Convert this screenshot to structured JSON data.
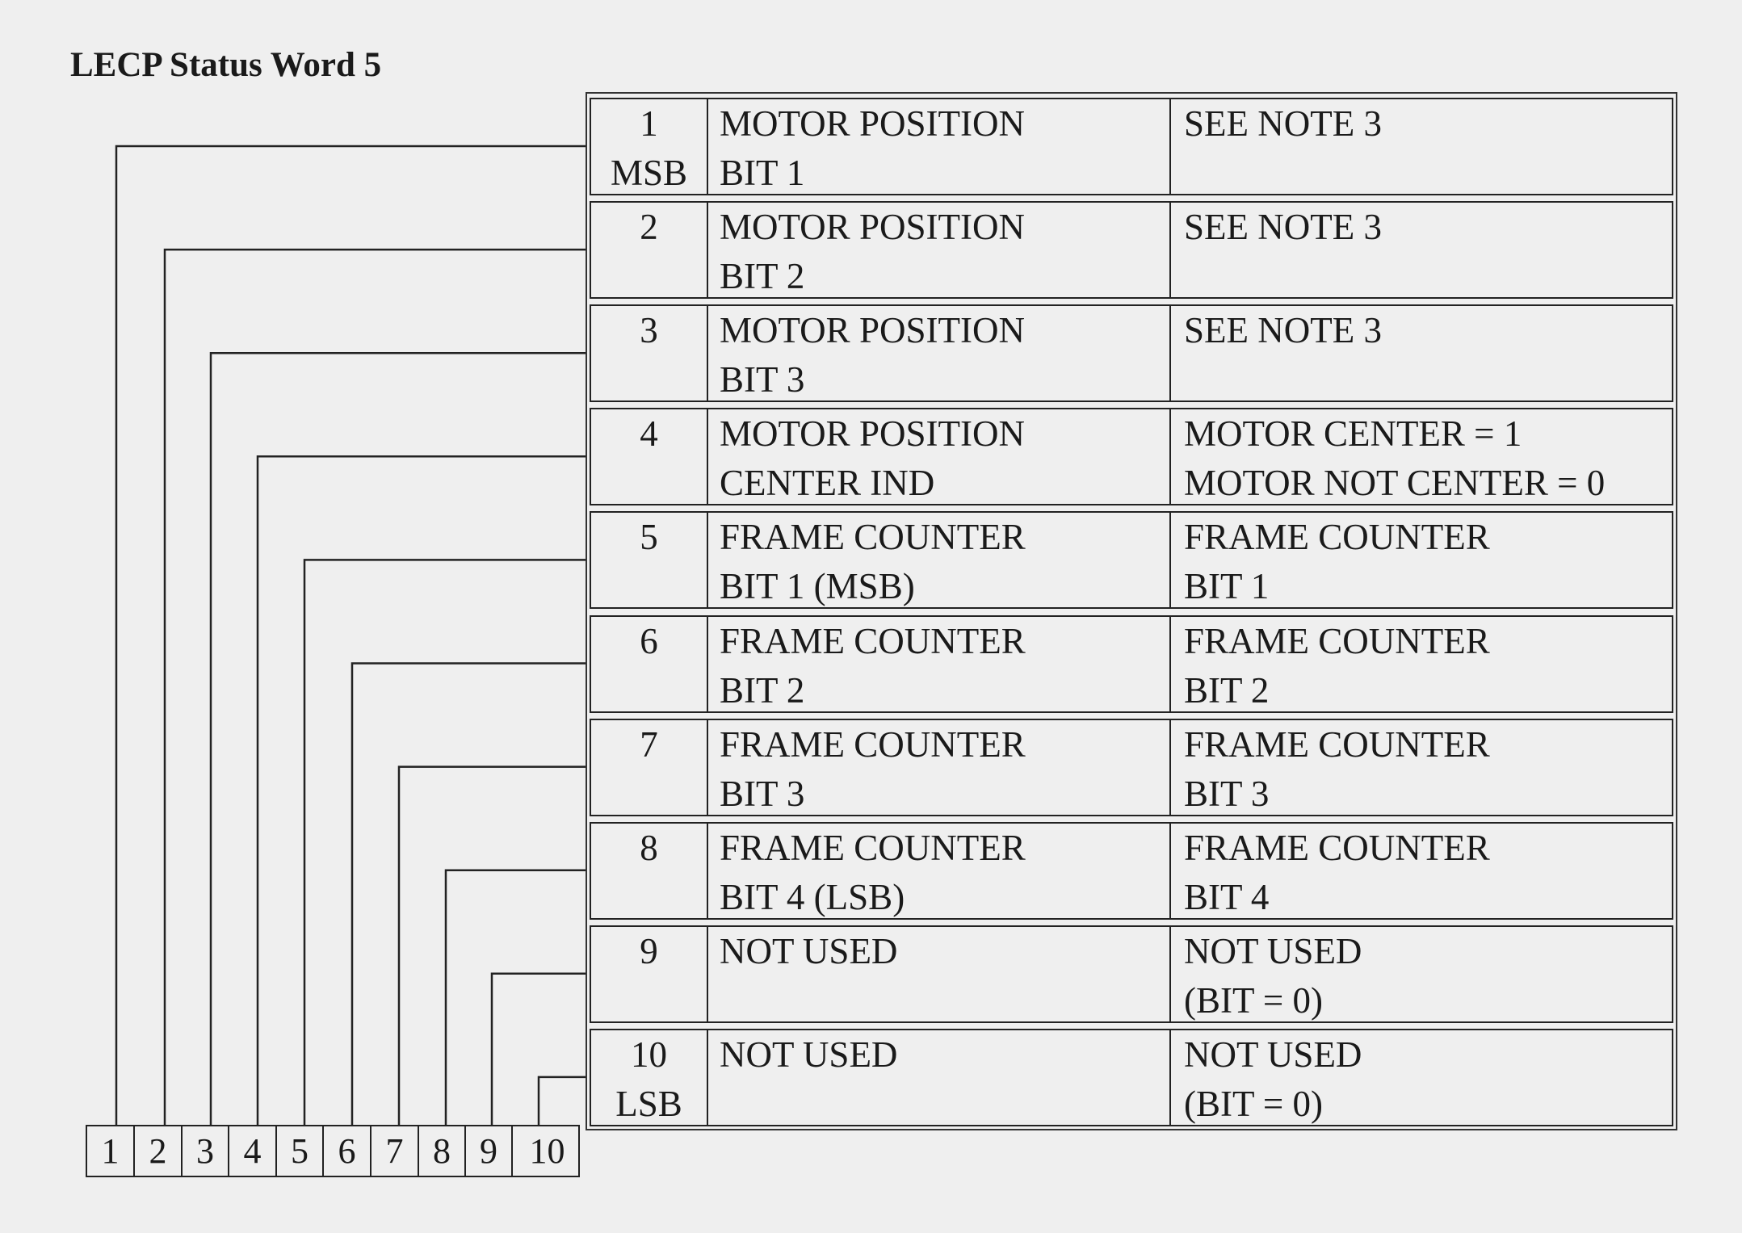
{
  "title": "LECP Status Word 5",
  "rows": [
    {
      "bit": "1\nMSB",
      "function": "MOTOR POSITION\nBIT 1",
      "description": "SEE NOTE 3"
    },
    {
      "bit": "2",
      "function": "MOTOR POSITION\nBIT 2",
      "description": "SEE NOTE 3"
    },
    {
      "bit": "3",
      "function": "MOTOR POSITION\nBIT 3",
      "description": "SEE NOTE 3"
    },
    {
      "bit": "4",
      "function": "MOTOR POSITION\nCENTER IND",
      "description": "MOTOR CENTER = 1\nMOTOR NOT CENTER = 0"
    },
    {
      "bit": "5",
      "function": "FRAME COUNTER\nBIT 1 (MSB)",
      "description": "FRAME COUNTER\nBIT 1"
    },
    {
      "bit": "6",
      "function": "FRAME COUNTER\nBIT 2",
      "description": "FRAME COUNTER\nBIT 2"
    },
    {
      "bit": "7",
      "function": "FRAME COUNTER\nBIT 3",
      "description": "FRAME COUNTER\nBIT 3"
    },
    {
      "bit": "8",
      "function": "FRAME COUNTER\nBIT 4 (LSB)",
      "description": "FRAME COUNTER\nBIT 4"
    },
    {
      "bit": "9",
      "function": "NOT USED",
      "description": "NOT USED\n(BIT = 0)"
    },
    {
      "bit": "10\nLSB",
      "function": "NOT USED",
      "description": "NOT USED\n(BIT = 0)"
    }
  ],
  "bit_boxes": [
    "1",
    "2",
    "3",
    "4",
    "5",
    "6",
    "7",
    "8",
    "9",
    "10"
  ]
}
